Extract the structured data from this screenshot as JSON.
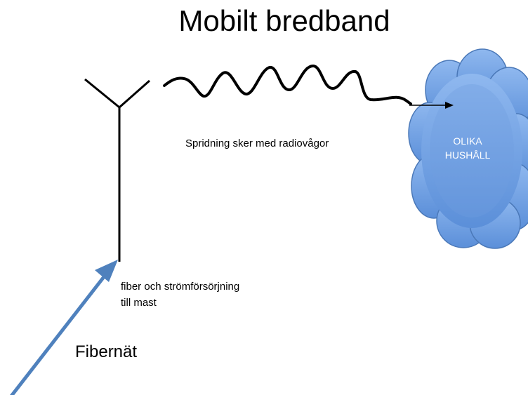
{
  "title": "Mobilt bredband",
  "labels": {
    "radio": "Spridning sker med radiovågor",
    "fiber_line1": "fiber och strömförsörjning",
    "fiber_line2": "till mast",
    "network": "Fibernät"
  },
  "cloud": {
    "line1": "OLIKA",
    "line2": "HUSHÅLL"
  },
  "colors": {
    "cloud_fill": "#6f9fe0",
    "cloud_stroke": "#4a78b8",
    "fiber_arrow": "#4f81bd",
    "ink": "#000000"
  }
}
